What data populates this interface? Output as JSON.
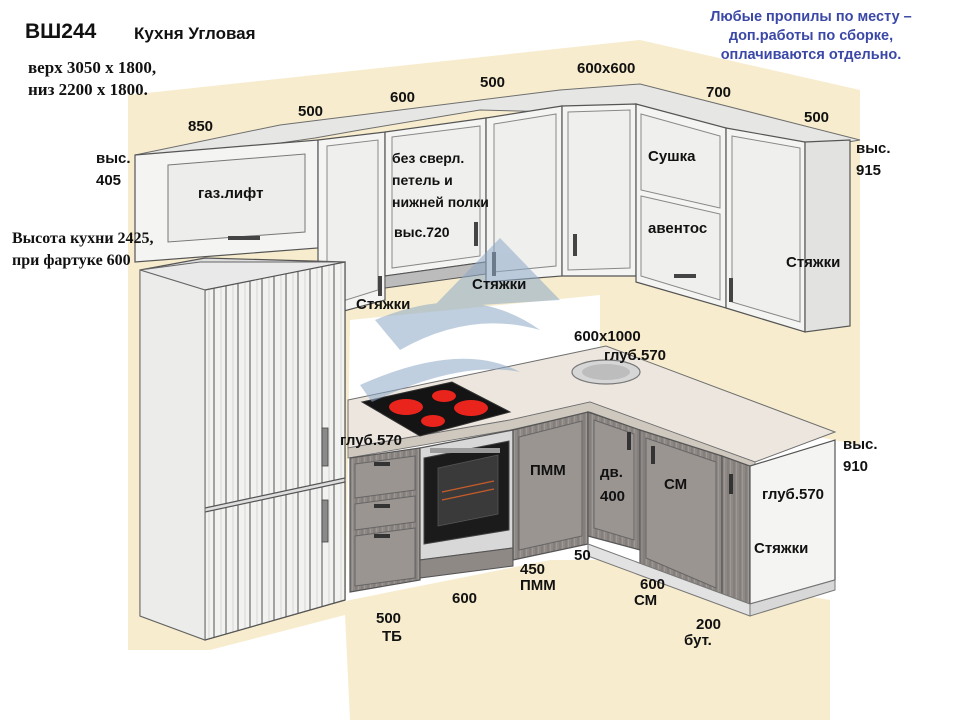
{
  "header": {
    "code": "ВШ244",
    "name": "Кухня Угловая",
    "top_size": "верх  3050 х 1800,",
    "bottom_size": "низ  2200 х 1800."
  },
  "note": {
    "line1": "Любые пропилы по месту –",
    "line2": "доп.работы по сборке,",
    "line3": "оплачиваются отдельно."
  },
  "kitchen_height": {
    "line1": "Высота кухни 2425,",
    "line2": "при фартуке 600"
  },
  "upper": {
    "w850": "850",
    "w500a": "500",
    "w600": "600",
    "w500b": "500",
    "w600x600": "600х600",
    "w700": "700",
    "w500c": "500",
    "h405_label": "выс.",
    "h405_value": "405",
    "h915_label": "выс.",
    "h915_value": "915",
    "gas_lift": "газ.лифт",
    "no_drill_1": "без сверл.",
    "no_drill_2": "петель и",
    "no_drill_3": "нижней полки",
    "h720": "выс.720",
    "dryer": "Сушка",
    "aventos": "авентос",
    "ties_left": "Стяжки",
    "ties_mid": "Стяжки",
    "ties_right": "Стяжки"
  },
  "lower": {
    "sink_size": "600х1000",
    "sink_depth": "глуб.570",
    "depth_left": "глуб.570",
    "pmm": "ПММ",
    "door_1": "дв.",
    "door_2": "400",
    "cm": "СМ",
    "h910_label": "выс.",
    "h910_value": "910",
    "depth_right": "глуб.570",
    "ties": "Стяжки"
  },
  "floor": {
    "w500": "500",
    "tb": "ТБ",
    "w600": "600",
    "w450": "450",
    "pmm": "ПММ",
    "w50": "50",
    "w600b": "600",
    "cm": "СМ",
    "w200": "200",
    "but": "бут."
  },
  "colors": {
    "wall": "#f7eccd",
    "floor": "#f7eccd",
    "cabinet_white": "#f4f4f2",
    "cabinet_shade": "#dcdcdc",
    "lower_gray": "#8c8683",
    "countertop": "#ece6de",
    "hob": "#141414",
    "burner": "#e8241c",
    "watermark": "#8da9c8",
    "note_text": "#3b48a6"
  }
}
